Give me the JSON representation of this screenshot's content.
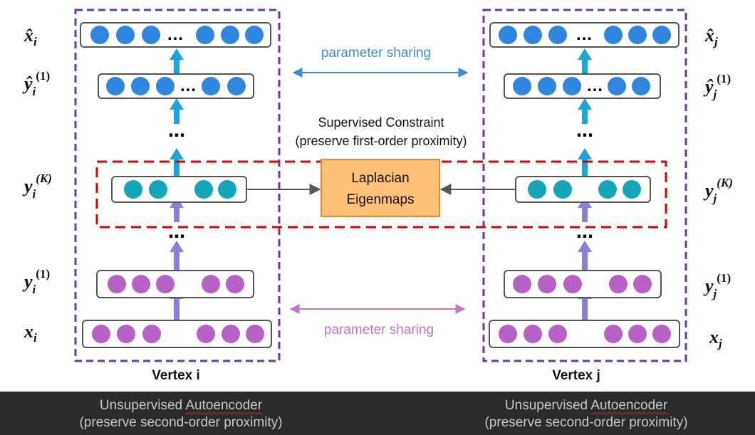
{
  "colors": {
    "decoder_node": "#2f86e0",
    "middle_node": "#12a6b8",
    "encoder_node": "#b561c6",
    "up_arrow_top": "#1aa6d8",
    "up_arrow_bottom": "#8a80d8",
    "vertex_border": "#6a3aa0",
    "constraint_border": "#e00000",
    "laplacian_fill": "#ffc078",
    "laplacian_border": "#e58a2c",
    "sharing_top": "#3a8ed8",
    "sharing_bottom": "#c276c8"
  },
  "left_labels": {
    "x_hat": "x̂",
    "x_hat_sub": "i",
    "y_hat1": "ŷ",
    "y_hat1_sub": "i",
    "y_hat1_sup": "(1)",
    "yK": "y",
    "yK_sub": "i",
    "yK_sup": "(K)",
    "y1": "y",
    "y1_sub": "i",
    "y1_sup": "(1)",
    "x": "x",
    "x_sub": "i"
  },
  "right_labels": {
    "x_hat": "x̂",
    "x_hat_sub": "j",
    "y_hat1": "ŷ",
    "y_hat1_sub": "j",
    "y_hat1_sup": "(1)",
    "yK": "y",
    "yK_sub": "j",
    "yK_sup": "(K)",
    "y1": "y",
    "y1_sub": "j",
    "y1_sup": "(1)",
    "x": "x",
    "x_sub": "j"
  },
  "ellipsis": "…",
  "vdots": "⋯",
  "sharing_top": "parameter sharing",
  "sharing_bottom": "parameter sharing",
  "supervised_line1": "Supervised Constraint",
  "supervised_line2": "(preserve first-order proximity)",
  "laplacian_line1": "Laplacian",
  "laplacian_line2": "Eigenmaps",
  "vertex_left": "Vertex i",
  "vertex_right": "Vertex j",
  "footer_left": {
    "pre": "Unsupervised ",
    "ul": "Autoencoder",
    "line2": "(preserve second-order proximity)"
  },
  "footer_right": {
    "pre": "Unsupervised ",
    "ul": "Autoencoder",
    "line2": "(preserve second-order proximity)"
  }
}
